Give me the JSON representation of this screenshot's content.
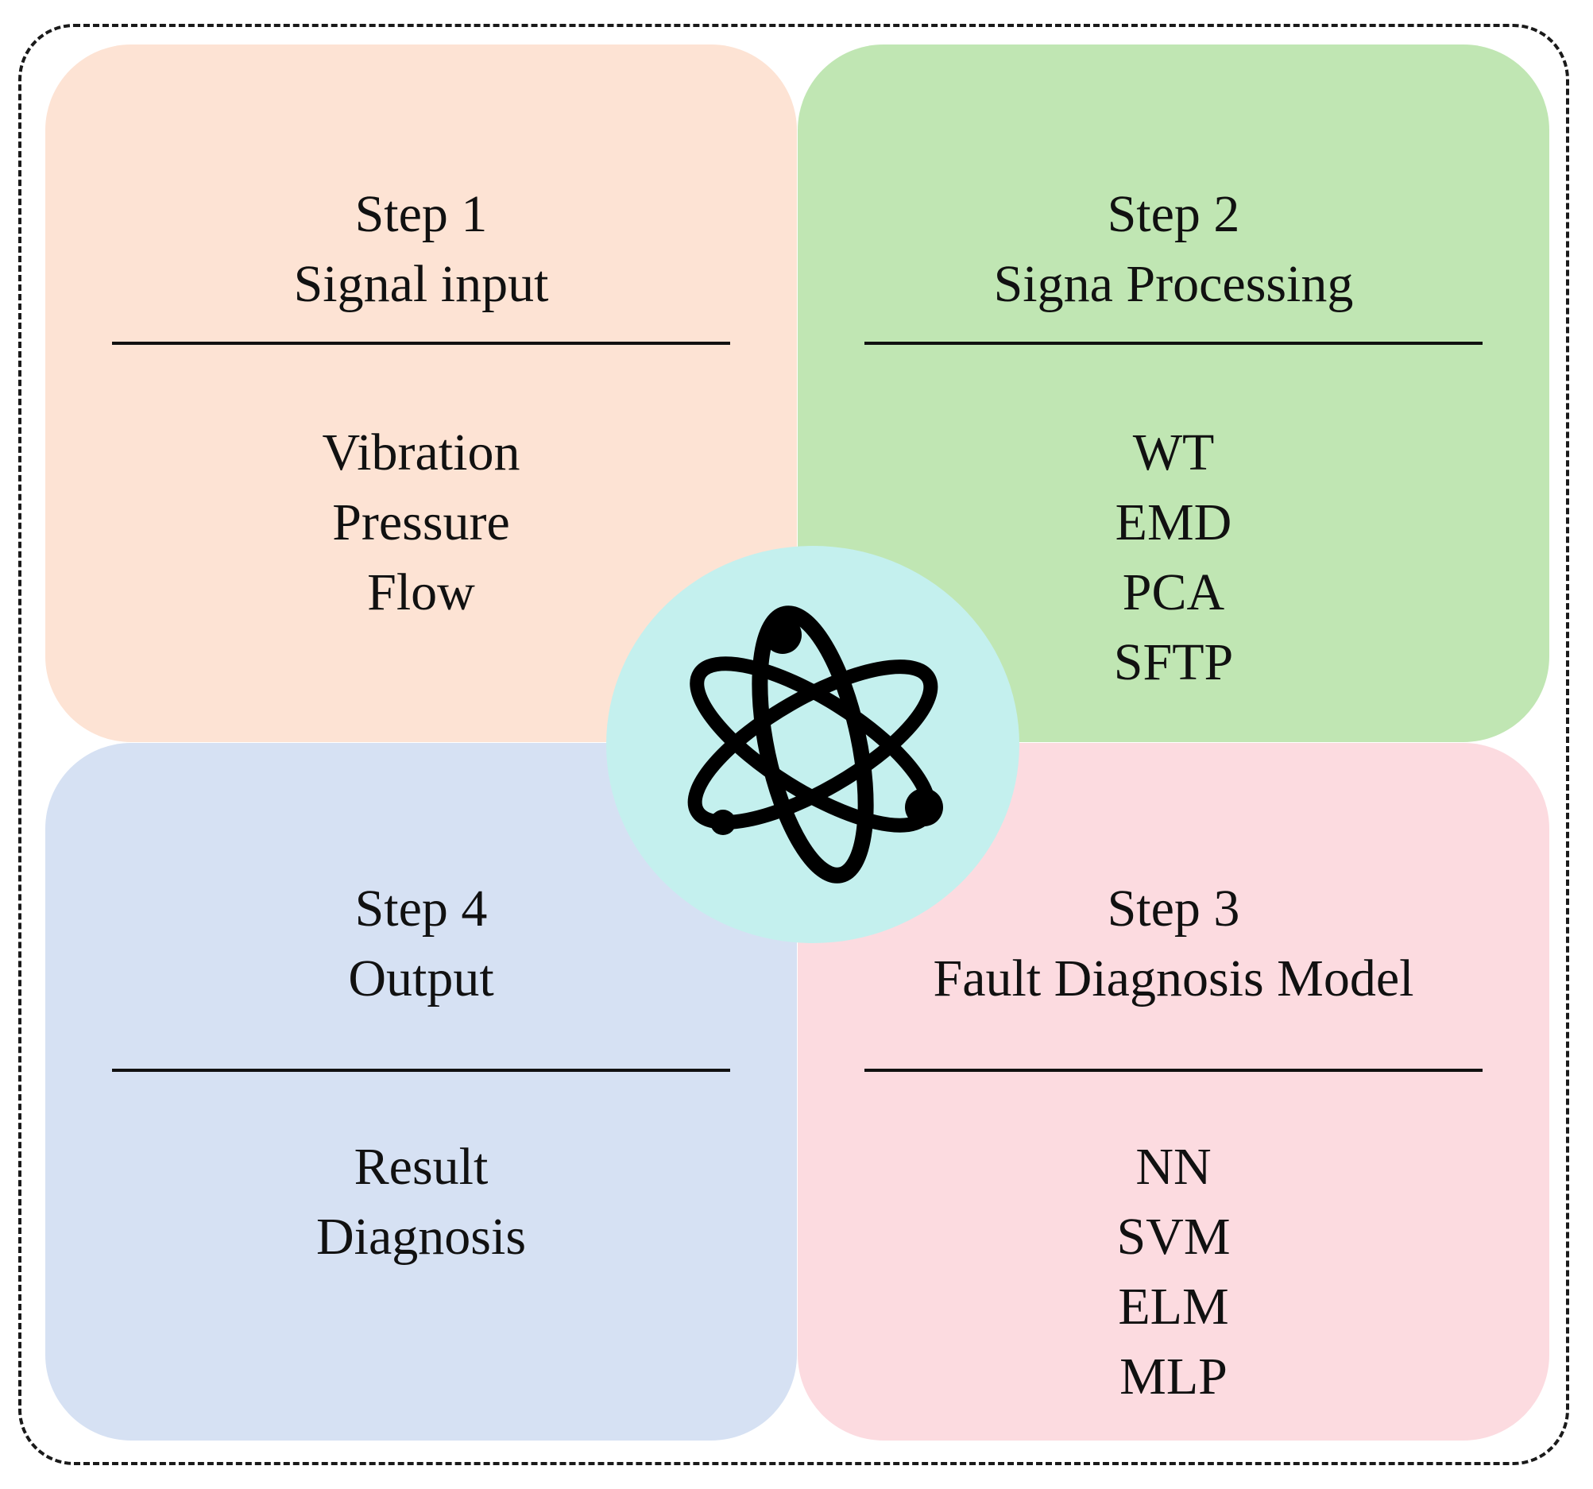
{
  "colors": {
    "step1_bg": "#fde3d4",
    "step2_bg": "#c0e6b3",
    "step3_bg": "#fcdbe0",
    "step4_bg": "#d6e1f3",
    "center_circle": "#c4f0ee",
    "text": "#111111"
  },
  "center_icon": "atom-icon",
  "steps": [
    {
      "step": "Step 1",
      "title": "Signal input",
      "items": [
        "Vibration",
        "Pressure",
        "Flow"
      ]
    },
    {
      "step": "Step 2",
      "title": "Signa Processing",
      "items": [
        "WT",
        "EMD",
        "PCA",
        "SFTP"
      ]
    },
    {
      "step": "Step 3",
      "title": "Fault Diagnosis Model",
      "items": [
        "NN",
        "SVM",
        "ELM",
        "MLP"
      ]
    },
    {
      "step": "Step 4",
      "title": "Output",
      "items": [
        "Result",
        "Diagnosis"
      ]
    }
  ]
}
